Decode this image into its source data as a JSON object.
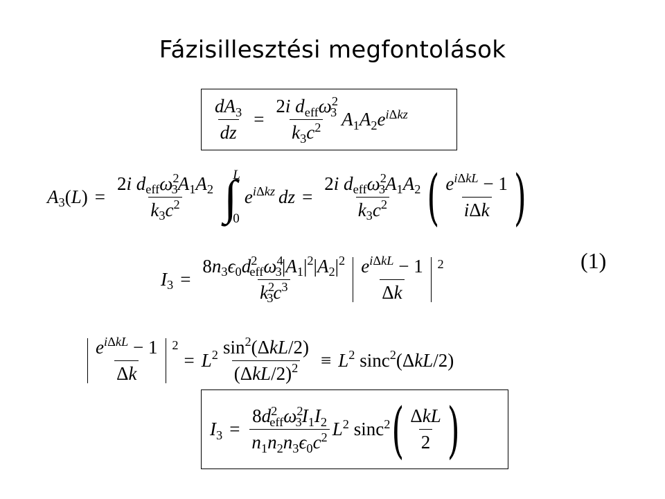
{
  "page": {
    "title": "Fázisillesztési megfontolások",
    "equation_number": "(1)"
  },
  "equations": {
    "coupled": {
      "lhs_num": "dA3",
      "lhs_den": "dz",
      "rhs_num": "2i deff ω3²",
      "rhs_den": "k3 c²",
      "rhs_tail": "A1 A2 e^{iΔkz}"
    },
    "amplitude": {
      "lhs": "A3(L)",
      "coef_num": "2i deff ω3² A1 A2",
      "coef_den": "k3 c²",
      "int_upper": "L",
      "int_lower": "0",
      "integrand": "e^{iΔkz} dz",
      "paren_num": "e^{iΔkL} − 1",
      "paren_den": "iΔk"
    },
    "intensity": {
      "lhs": "I3",
      "num": "8 n3 ε0 deff² ω3⁴ |A1|² |A2|²",
      "den": "k3² c³",
      "abs_num": "e^{iΔkL} − 1",
      "abs_den": "Δk",
      "power": "2"
    },
    "sinc_identity": {
      "abs_num": "e^{iΔkL} − 1",
      "abs_den": "Δk",
      "power": "2",
      "mid_num": "sin²(ΔkL/2)",
      "mid_den": "(ΔkL/2)²",
      "rhs": "L² sinc²(ΔkL/2)"
    },
    "final": {
      "lhs": "I3",
      "num": "8 deff² ω3² I1 I2",
      "den": "n1 n2 n3 ε0 c²",
      "tail": "L² sinc²",
      "arg_num": "ΔkL",
      "arg_den": "2"
    }
  }
}
